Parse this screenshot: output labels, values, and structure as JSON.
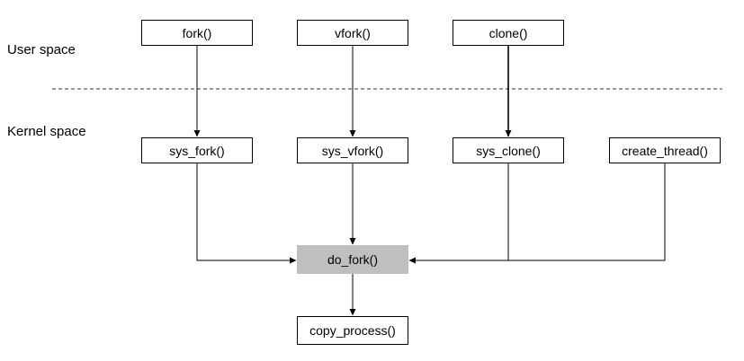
{
  "regions": {
    "user_space": "User space",
    "kernel_space": "Kernel space"
  },
  "nodes": {
    "fork": "fork()",
    "vfork": "vfork()",
    "clone": "clone()",
    "sys_fork": "sys_fork()",
    "sys_vfork": "sys_vfork()",
    "sys_clone": "sys_clone()",
    "create_thread": "create_thread()",
    "do_fork": "do_fork()",
    "copy_process": "copy_process()"
  },
  "colors": {
    "line": "#000000",
    "highlight_fill": "#bfbfbf",
    "box_border": "#000000"
  }
}
